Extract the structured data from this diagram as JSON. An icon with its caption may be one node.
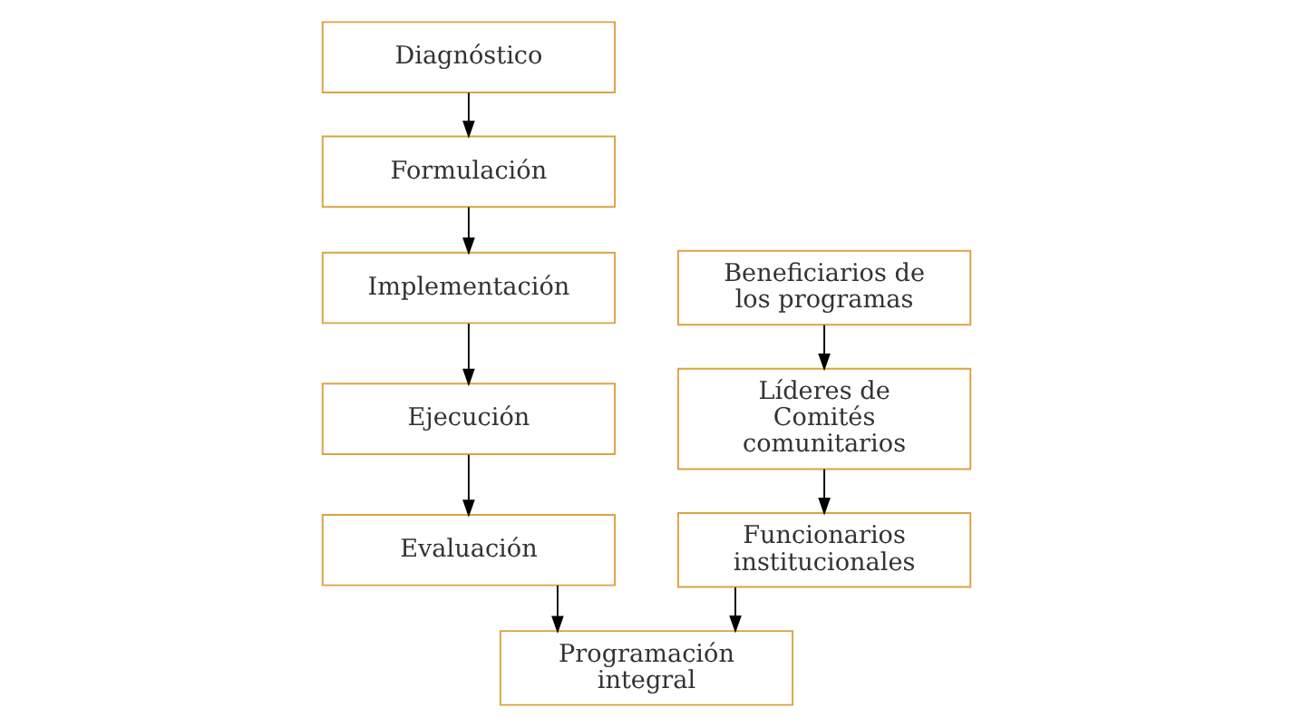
{
  "diagram": {
    "nodes": [
      {
        "text": [
          "Diagnóstico"
        ]
      },
      {
        "text": [
          "Formulación"
        ]
      },
      {
        "text": [
          "Implementación"
        ]
      },
      {
        "text": [
          "Ejecución"
        ]
      },
      {
        "text": [
          "Evaluación"
        ]
      },
      {
        "text": [
          "Programación integral"
        ]
      },
      {
        "text": [
          "Funcionarios institucionales"
        ]
      },
      {
        "text": [
          "Líderes de Comités comunitarios"
        ]
      },
      {
        "text": [
          "Beneficiarios de los programas"
        ]
      }
    ],
    "edges": [
      {
        "from": 0,
        "to": 1,
        "arrow": "to"
      },
      {
        "from": 1,
        "to": 2,
        "arrow": "to"
      },
      {
        "from": 2,
        "to": 3,
        "arrow": "to"
      },
      {
        "from": 3,
        "to": 4,
        "arrow": "to"
      },
      {
        "from": 4,
        "to": 5,
        "arrow": "to"
      },
      {
        "from": 6,
        "to": 5,
        "arrow": "to"
      },
      {
        "from": 8,
        "to": 7,
        "arrow": "to"
      },
      {
        "from": 7,
        "to": 6,
        "arrow": "to"
      }
    ]
  }
}
